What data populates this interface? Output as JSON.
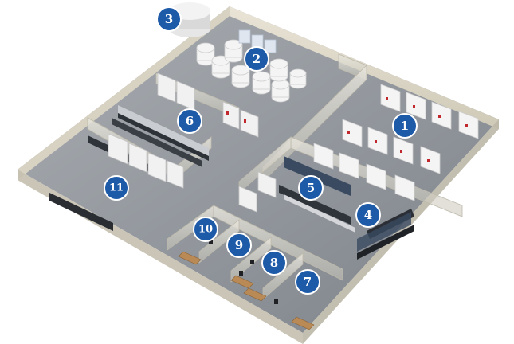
{
  "colors": {
    "badge_fill": "#1d5aa8",
    "badge_stroke": "#ffffff",
    "badge_text": "#ffffff",
    "floor": "#8f949a",
    "wall": "#ddd8c8",
    "equipment": "#f2f2f2",
    "accent_red": "#c0282d",
    "bench_dark": "#2c3036"
  },
  "badges": [
    {
      "id": "1",
      "label": "1"
    },
    {
      "id": "2",
      "label": "2"
    },
    {
      "id": "3",
      "label": "3"
    },
    {
      "id": "4",
      "label": "4"
    },
    {
      "id": "5",
      "label": "5"
    },
    {
      "id": "6",
      "label": "6"
    },
    {
      "id": "7",
      "label": "7"
    },
    {
      "id": "8",
      "label": "8"
    },
    {
      "id": "9",
      "label": "9"
    },
    {
      "id": "10",
      "label": "10"
    },
    {
      "id": "11",
      "label": "11"
    }
  ]
}
